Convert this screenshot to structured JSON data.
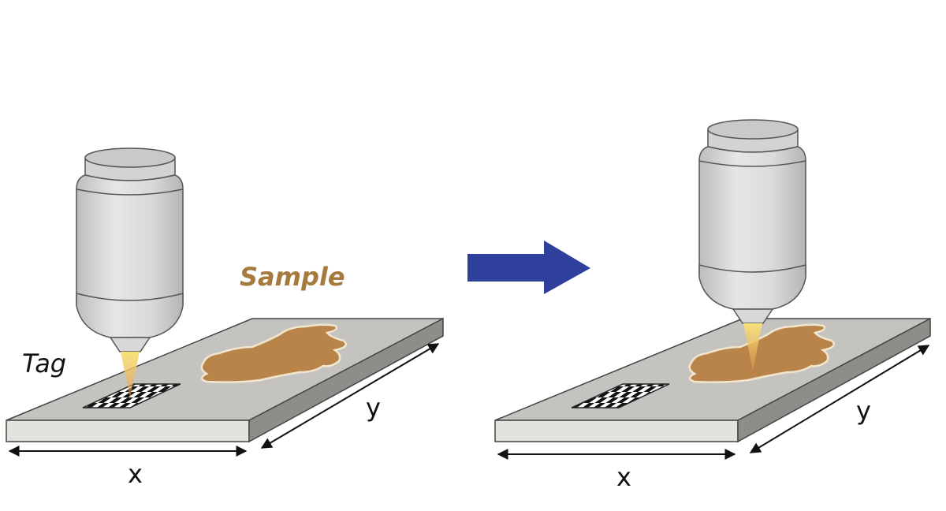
{
  "left_panel": {
    "tag_label": "Tag",
    "sample_label": "Sample",
    "x_axis_label": "x",
    "y_axis_label": "y"
  },
  "right_panel": {
    "x_axis_label": "x",
    "y_axis_label": "y"
  },
  "colors": {
    "arrow": "#2f3f9c",
    "sample": "#b8844a",
    "sample_label": "#a57a3c",
    "slide_top": "#c4c3c0",
    "beam": "#f2d46a"
  }
}
